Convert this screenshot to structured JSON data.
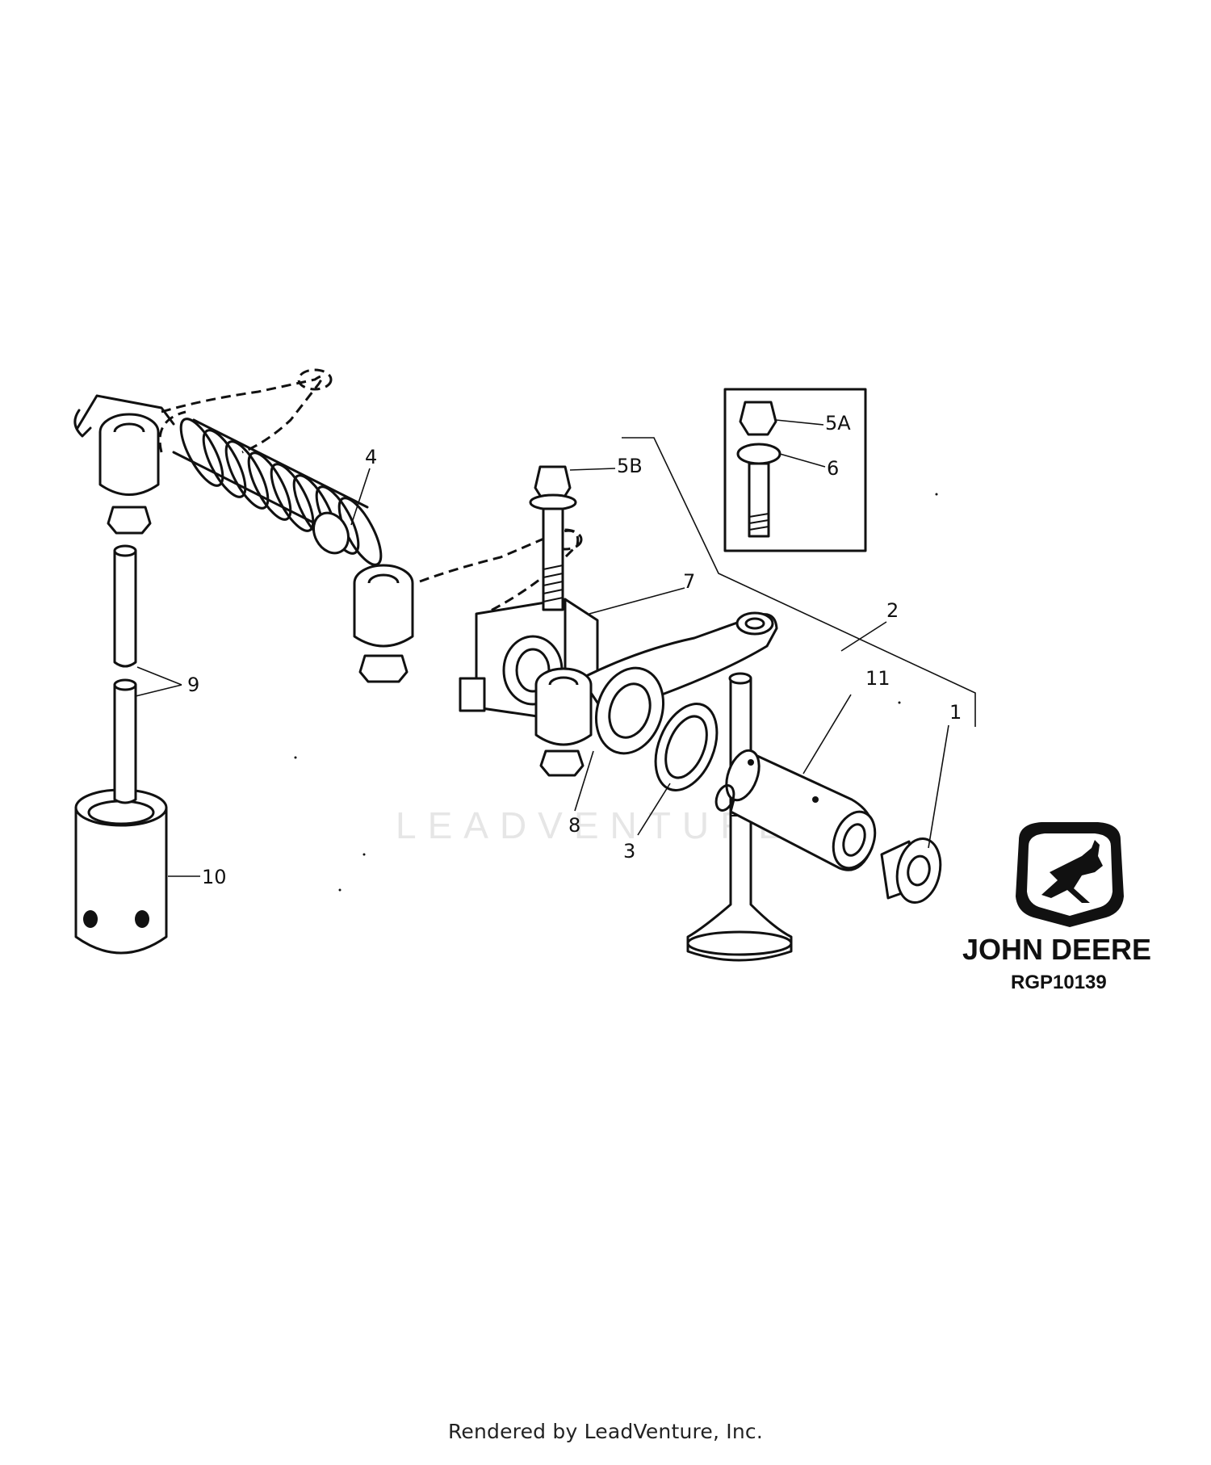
{
  "diagram": {
    "callouts": {
      "c1": "1",
      "c2": "2",
      "c3": "3",
      "c4": "4",
      "c5a": "5A",
      "c5b": "5B",
      "c6": "6",
      "c7": "7",
      "c8": "8",
      "c9": "9",
      "c10": "10",
      "c11": "11"
    },
    "brand": {
      "name": "JOHN DEERE",
      "figure_code": "RGP10139"
    },
    "watermark": "LEADVENTURE"
  },
  "footer": {
    "text": "Rendered by LeadVenture, Inc."
  }
}
